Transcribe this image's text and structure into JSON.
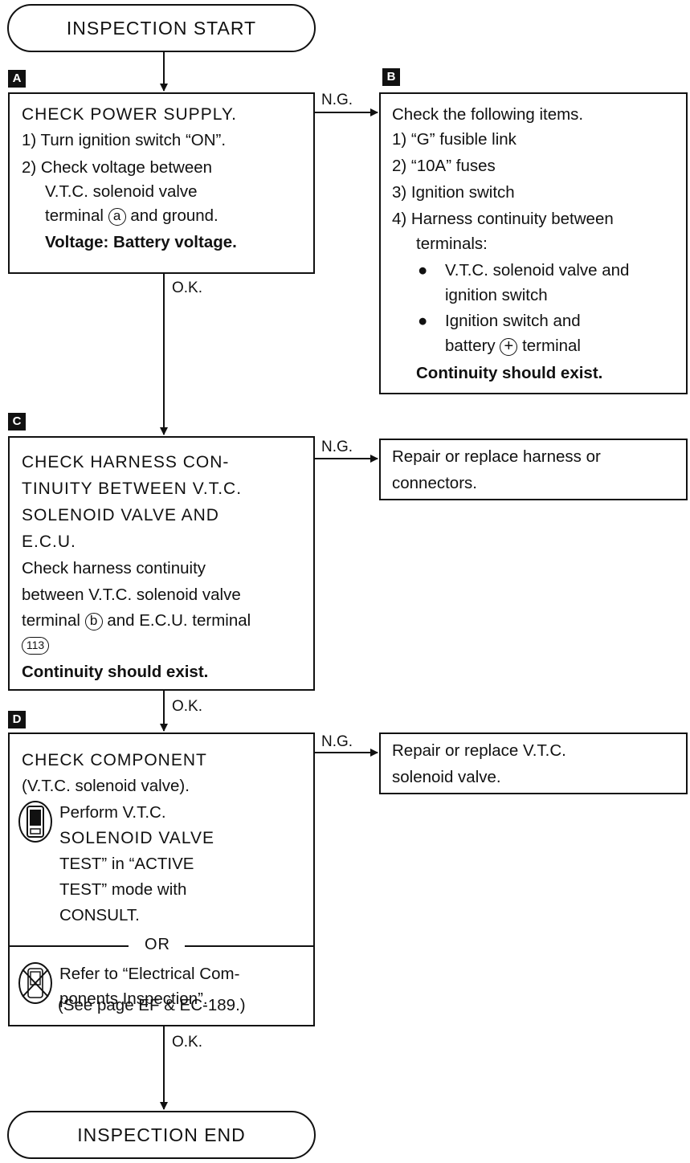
{
  "start": "INSPECTION START",
  "end": "INSPECTION END",
  "ng_label": "N.G.",
  "ok_label": "O.K.",
  "or_label": "OR",
  "tags": {
    "a": "A",
    "b": "B",
    "c": "C",
    "d": "D"
  },
  "box_a": {
    "title": "CHECK POWER SUPPLY.",
    "step1": "1) Turn ignition switch “ON”.",
    "step2": "2) Check voltage between",
    "step2b": "V.T.C.  solenoid valve",
    "step2c_pre": "terminal",
    "step2c_sym": "a",
    "step2c_post": "and ground.",
    "voltage": "Voltage:  Battery voltage."
  },
  "box_b": {
    "intro": "Check the following items.",
    "item1": "1)  “G” fusible link",
    "item2": "2)  “10A” fuses",
    "item3": "3)  Ignition switch",
    "item4": "4)  Harness continuity between",
    "item4b": "terminals:",
    "bullet": "●",
    "sub1a": "V.T.C. solenoid valve and",
    "sub1b": "ignition switch",
    "sub2a": "Ignition switch and",
    "sub2b_pre": "battery",
    "sub2b_sym": "+",
    "sub2b_post": "terminal",
    "result": "Continuity should exist."
  },
  "box_c": {
    "line1": "CHECK  HARNESS  CON-",
    "line2": "TINUITY  BETWEEN V.T.C.",
    "line3": "SOLENOID  VALVE  AND",
    "line4": "E.C.U.",
    "line5": "Check harness continuity",
    "line6": "between V.T.C. solenoid valve",
    "line7_pre": "terminal",
    "line7_sym": "b",
    "line7_post": "and E.C.U. terminal",
    "line8_sym": "113",
    "result": "Continuity should exist."
  },
  "box_c_ng": {
    "line1": "Repair or replace harness or",
    "line2": "connectors."
  },
  "box_d": {
    "line1": "CHECK  COMPONENT",
    "line2": "(V.T.C. solenoid valve).",
    "c1": "Perform V.T.C.",
    "c2": "SOLENOID  VALVE",
    "c3": "TEST” in “ACTIVE",
    "c4": "TEST” mode with",
    "c5": "CONSULT.",
    "r1": "Refer to “Electrical Com-",
    "r2": "ponents Inspection”.",
    "r3": "(See page EF & EC-189.)"
  },
  "box_d_ng": {
    "line1": "Repair or replace V.T.C.",
    "line2": "solenoid valve."
  }
}
